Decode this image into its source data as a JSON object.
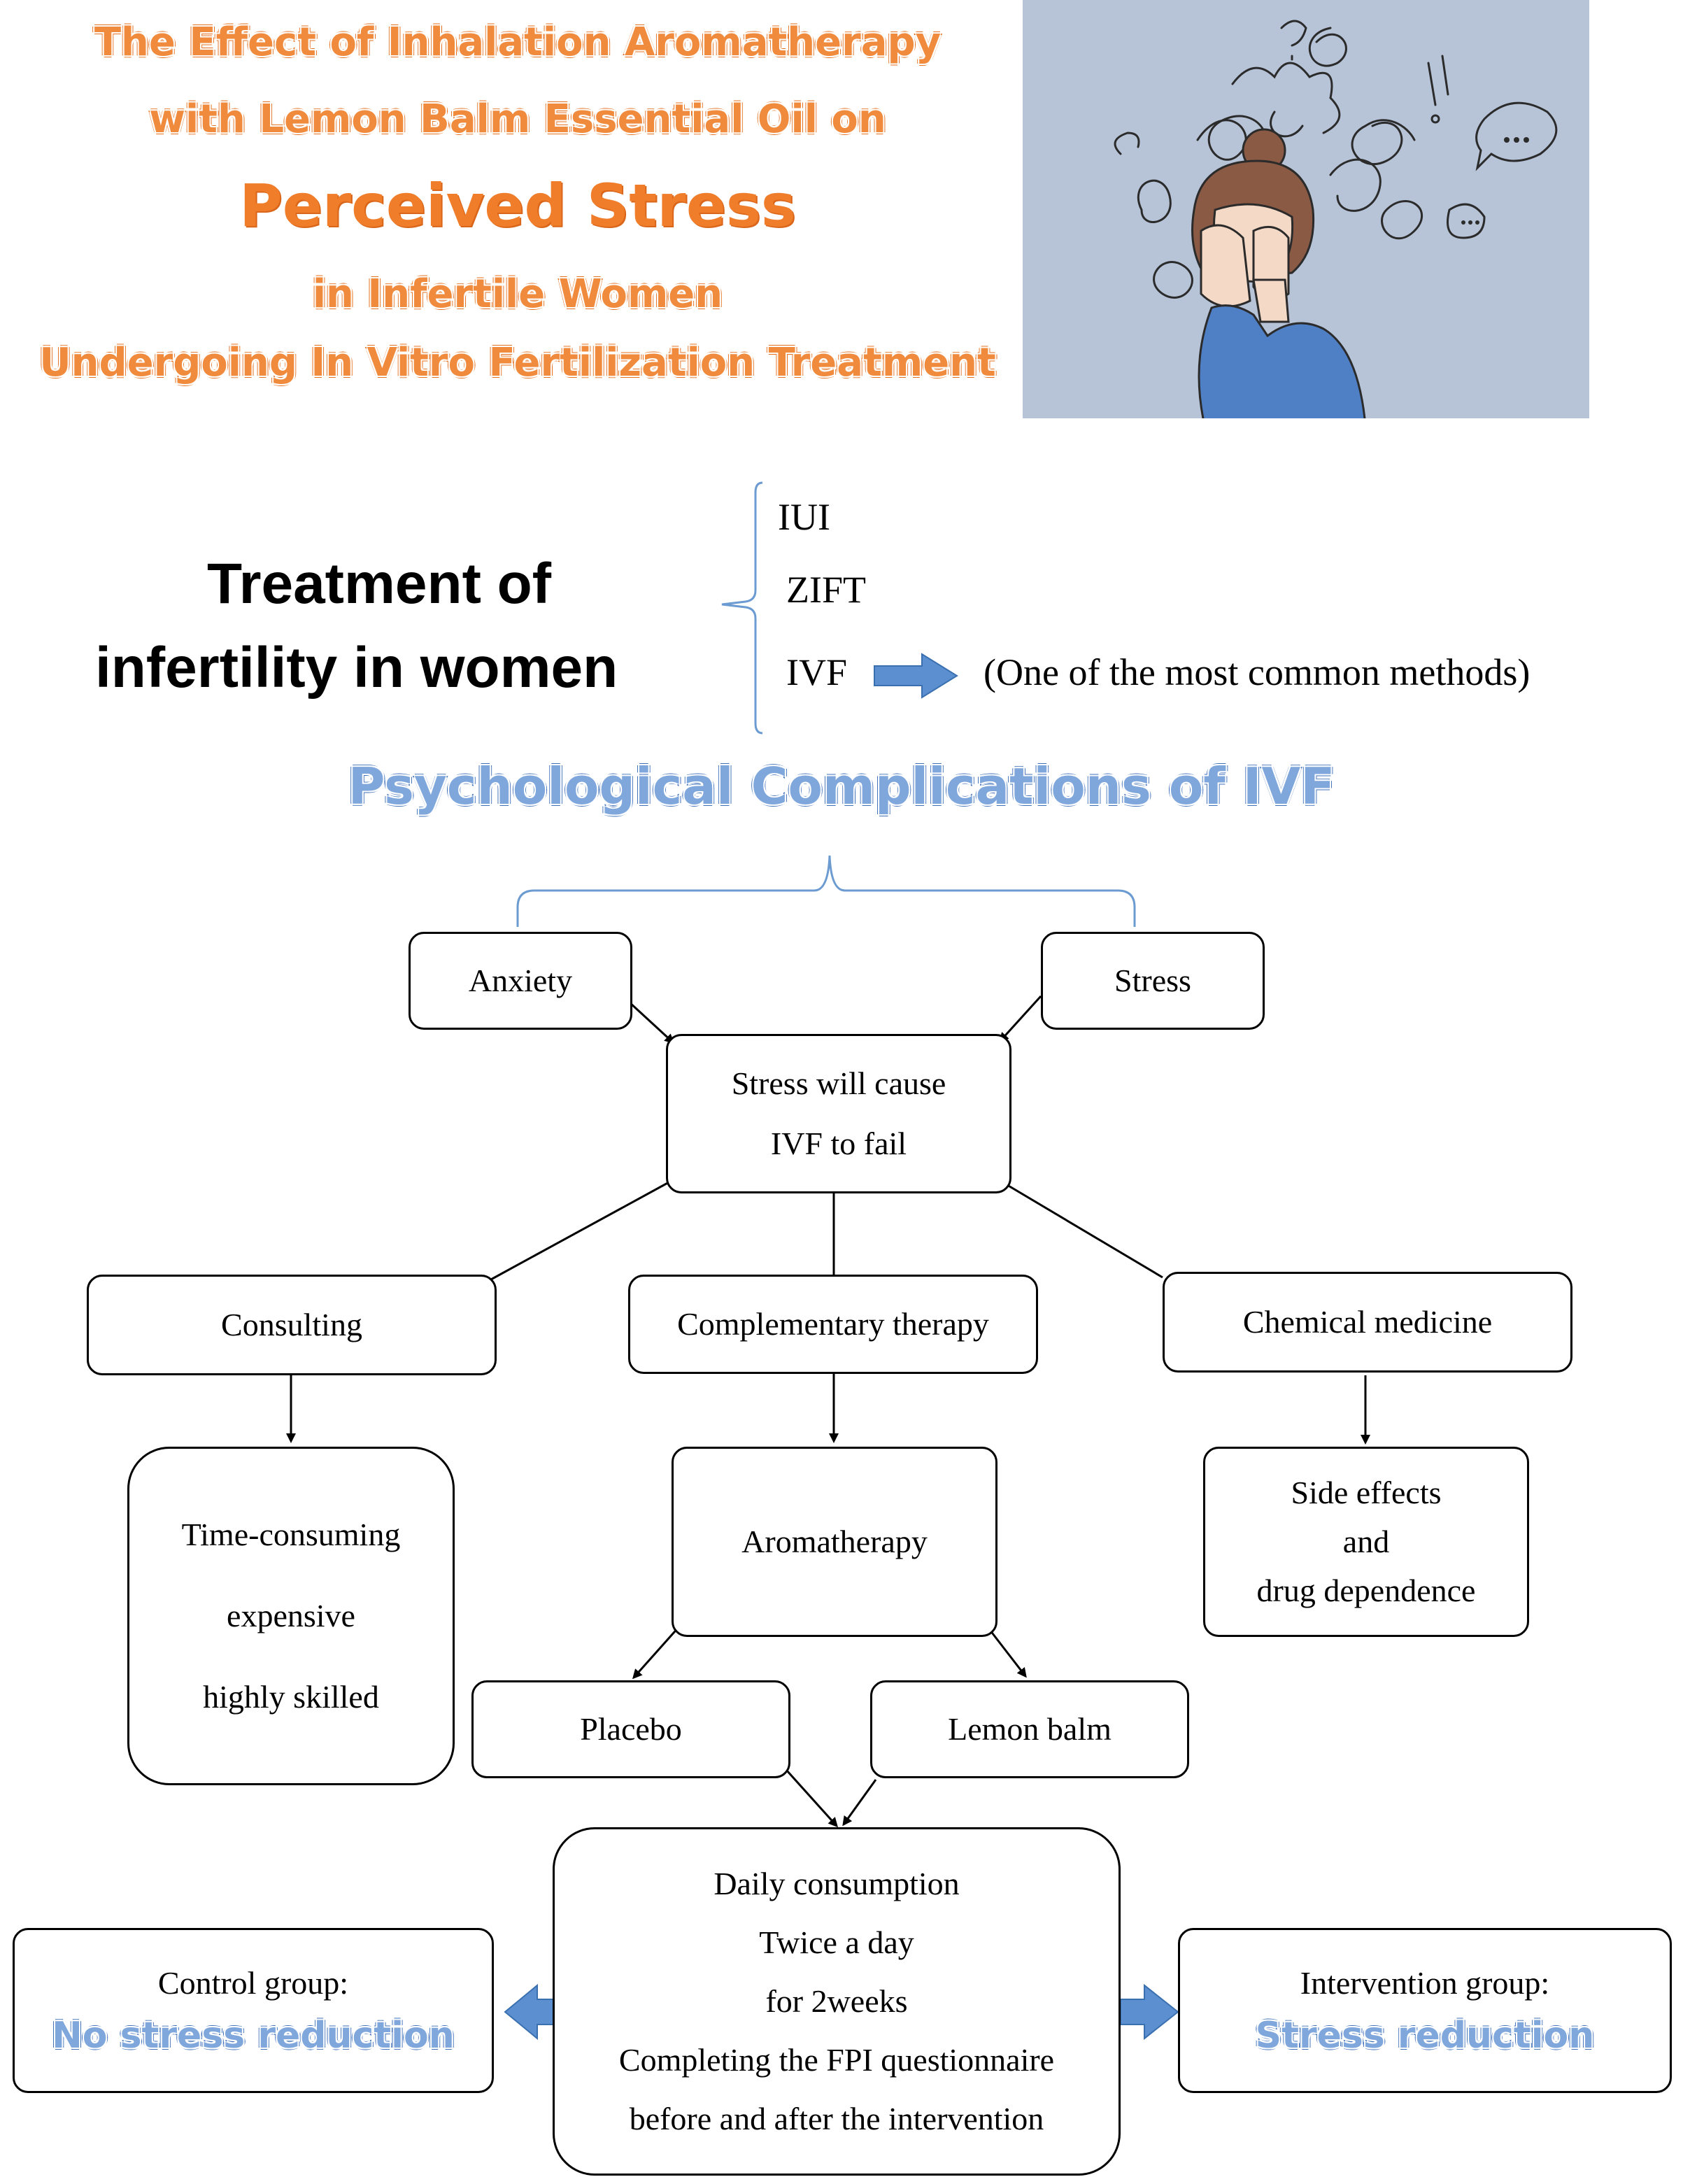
{
  "header": {
    "title_lines": [
      "The Effect of Inhalation Aromatherapy",
      "with Lemon Balm Essential Oil on",
      "Perceived Stress",
      "in Infertile Women",
      "Undergoing In Vitro Fertilization Treatment"
    ]
  },
  "illustration": {
    "icon": "stressed-woman-illustration",
    "background": "#b7c4d8"
  },
  "treatment": {
    "heading_line1": "Treatment of",
    "heading_line2": "infertility in women",
    "methods": [
      "IUI",
      "ZIFT",
      "IVF"
    ],
    "ivf_note": "(One of the most common methods)"
  },
  "complications": {
    "title": "Psychological Complications of IVF"
  },
  "flow": {
    "anxiety": "Anxiety",
    "stress": "Stress",
    "cause_line1": "Stress will cause",
    "cause_line2": "IVF to fail",
    "consulting": "Consulting",
    "complementary": "Complementary therapy",
    "chemical": "Chemical medicine",
    "consulting_cons": [
      "Time-consuming",
      "expensive",
      "highly skilled"
    ],
    "aromatherapy": "Aromatherapy",
    "chemical_cons": [
      "Side effects",
      "and",
      "drug dependence"
    ],
    "placebo": "Placebo",
    "lemon_balm": "Lemon balm",
    "procedure": [
      "Daily consumption",
      "Twice a day",
      "for 2weeks",
      "Completing the FPI questionnaire",
      "before and after the intervention"
    ],
    "control_label": "Control group:",
    "control_result": "No stress reduction",
    "intervention_label": "Intervention group:",
    "intervention_result": "Stress reduction"
  },
  "colors": {
    "title_orange": "#f08a3c",
    "accent_blue": "#7fa7dc",
    "arrow_blue": "#5b8fd0",
    "brace_blue": "#6b9bd1"
  }
}
